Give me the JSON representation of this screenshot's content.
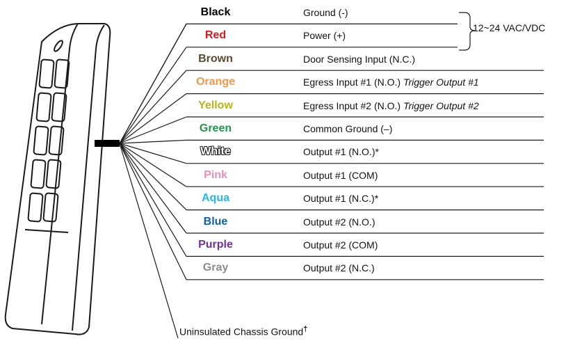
{
  "wires": [
    {
      "color": "Black",
      "hex": "#000000",
      "function": "Ground (-)",
      "trigger": ""
    },
    {
      "color": "Red",
      "hex": "#e8141b",
      "function": "Power (+)",
      "trigger": ""
    },
    {
      "color": "Brown",
      "hex": "#5a4a2c",
      "function": "Door Sensing Input (N.C.)",
      "trigger": ""
    },
    {
      "color": "Orange",
      "hex": "#f79646",
      "function": "Egress Input #1 (N.O.) ",
      "trigger": "Trigger Output #1"
    },
    {
      "color": "Yellow",
      "hex": "#b5b80c",
      "function": "Egress Input #2 (N.O.) ",
      "trigger": "Trigger Output #2"
    },
    {
      "color": "Green",
      "hex": "#1a9a4a",
      "function": "Common Ground (–)",
      "trigger": ""
    },
    {
      "color": "White",
      "hex": "#ffffff",
      "function": "Output #1 (N.O.)*",
      "trigger": ""
    },
    {
      "color": "Pink",
      "hex": "#f08cb6",
      "function": "Output #1 (COM)",
      "trigger": ""
    },
    {
      "color": "Aqua",
      "hex": "#29b5e8",
      "function": "Output #1 (N.C.)*",
      "trigger": ""
    },
    {
      "color": "Blue",
      "hex": "#0a62b0",
      "function": "Output #2 (N.O.)",
      "trigger": ""
    },
    {
      "color": "Purple",
      "hex": "#7030a0",
      "function": "Output #2 (COM)",
      "trigger": ""
    },
    {
      "color": "Gray",
      "hex": "#8c8c8c",
      "function": "Output #2 (N.C.)",
      "trigger": ""
    }
  ],
  "power_supply": "12~24 VAC/VDC",
  "chassis_ground": {
    "label": "Uninsulated Chassis Ground",
    "mark": "†"
  },
  "line_color": "#1a1a1a"
}
